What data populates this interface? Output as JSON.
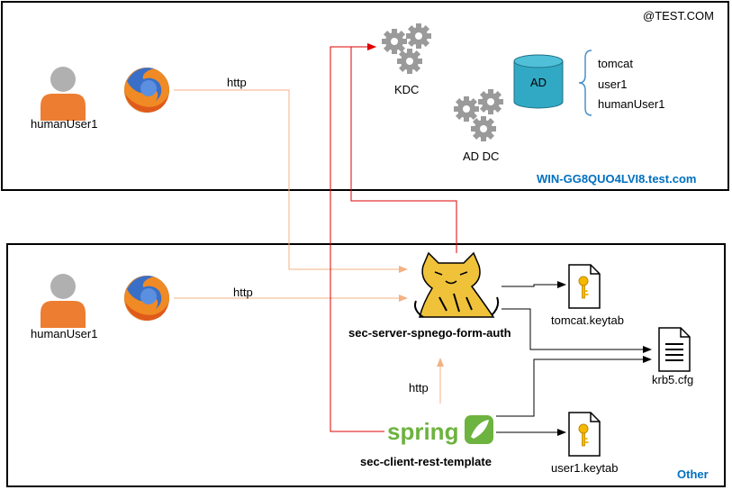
{
  "domains": {
    "top": {
      "realm": "@TEST.COM",
      "host": "WIN-GG8QUO4LVI8.test.com"
    },
    "bottom": {
      "name": "Other"
    }
  },
  "top_user": {
    "label": "humanUser1"
  },
  "bottom_user": {
    "label": "humanUser1"
  },
  "kdc": {
    "label": "KDC"
  },
  "ad_dc": {
    "label": "AD DC"
  },
  "ad_db": {
    "label": "AD"
  },
  "ad_accounts": [
    "tomcat",
    "user1",
    "humanUser1"
  ],
  "server": {
    "label": "sec-server-spnego-form-auth"
  },
  "client": {
    "label": "sec-client-rest-template",
    "logo_text": "spring"
  },
  "files": {
    "tomcat_keytab": "tomcat.keytab",
    "krb5": "krb5.cfg",
    "user1_keytab": "user1.keytab"
  },
  "edges": {
    "top_http": "http",
    "bottom_http": "http",
    "client_http": "http"
  },
  "colors": {
    "http_line": "#f4b183",
    "kerberos_line": "#e00000",
    "ad_fill": "#31a9c4",
    "domain_blue": "#0070c0",
    "person_head": "#b0b0b0",
    "person_body": "#ed7d31"
  }
}
